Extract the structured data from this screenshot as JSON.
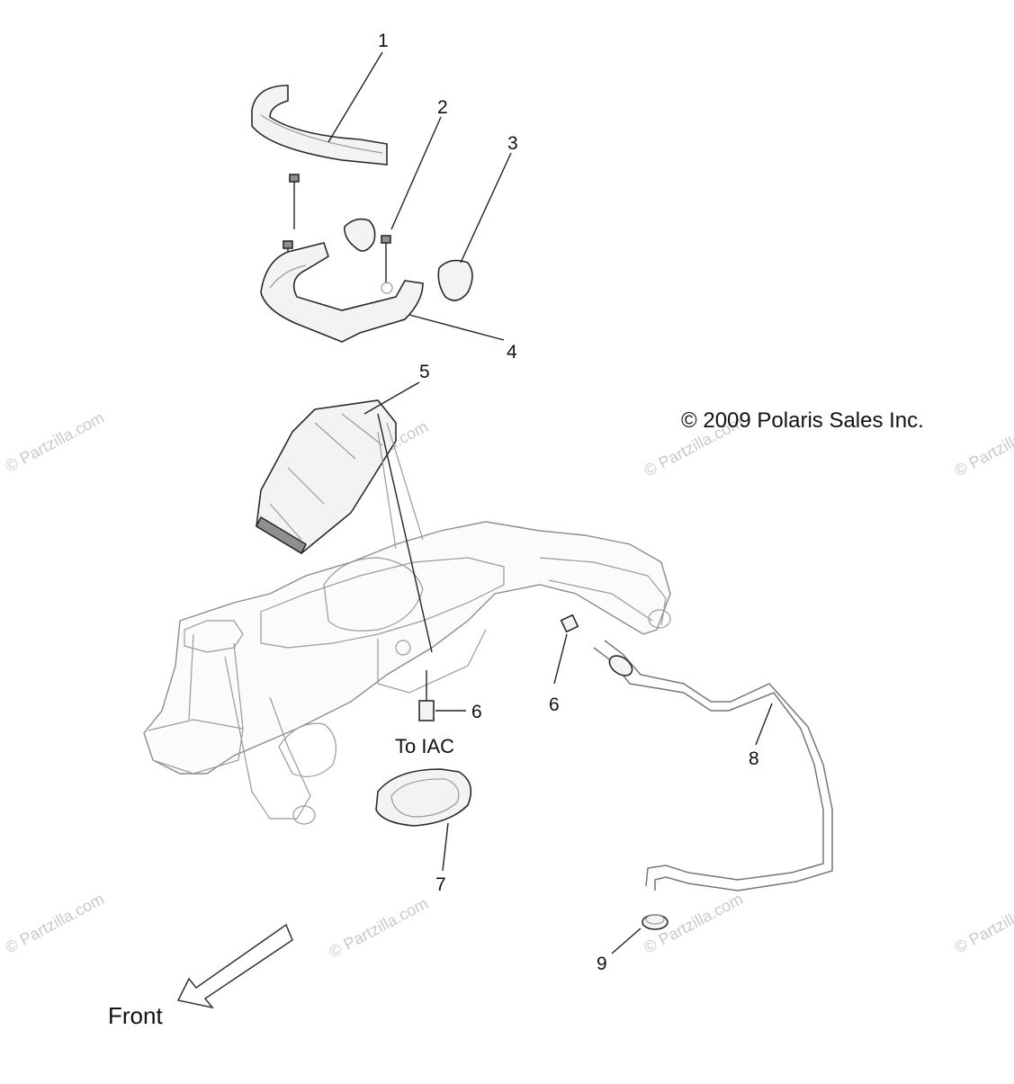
{
  "copyright": "© 2009 Polaris Sales Inc.",
  "direction_label": "Front",
  "note_label": "To IAC",
  "watermark_text": "© Partzilla.com",
  "callouts": [
    {
      "id": "c1",
      "label": "1"
    },
    {
      "id": "c2",
      "label": "2"
    },
    {
      "id": "c3",
      "label": "3"
    },
    {
      "id": "c4",
      "label": "4"
    },
    {
      "id": "c5",
      "label": "5"
    },
    {
      "id": "c6a",
      "label": "6"
    },
    {
      "id": "c6b",
      "label": "6"
    },
    {
      "id": "c7",
      "label": "7"
    },
    {
      "id": "c8",
      "label": "8"
    },
    {
      "id": "c9",
      "label": "9"
    }
  ]
}
